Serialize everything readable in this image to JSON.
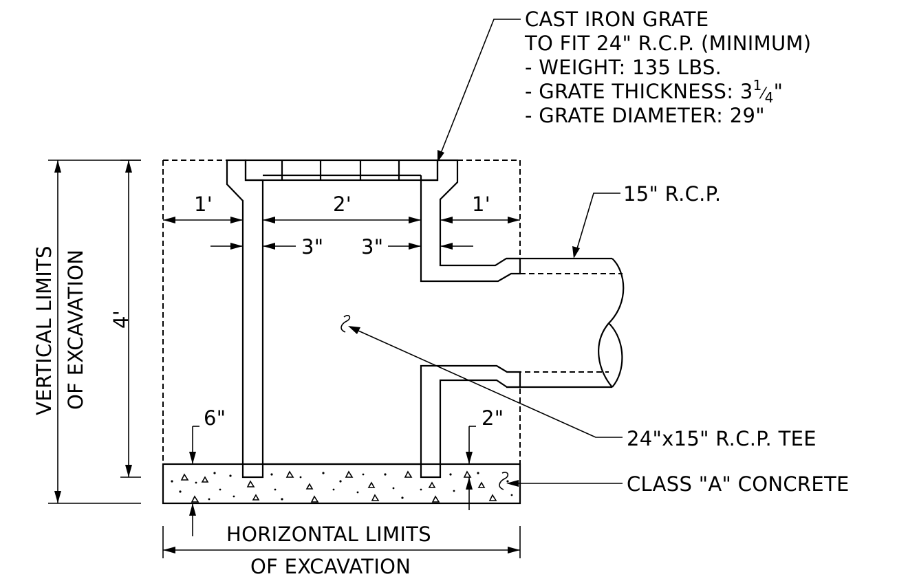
{
  "grate_note": {
    "line1": "CAST IRON  GRATE",
    "line2": "TO  FIT  24\" R.C.P. (MINIMUM)",
    "line3": "- WEIGHT: 135  LBS.",
    "line4_prefix": "- GRATE  THICKNESS: 3",
    "line4_num": "1",
    "line4_den": "4",
    "line4_suffix": "\"",
    "line5": "- GRATE  DIAMETER: 29\""
  },
  "labels": {
    "pipe_15": "15\"  R.C.P.",
    "tee": "24\"x15\"  R.C.P.  TEE",
    "concrete": "CLASS  \"A\"  CONCRETE",
    "vertical_1": "VERTICAL  LIMITS",
    "vertical_2": "OF  EXCAVATION",
    "horizontal_1": "HORIZONTAL  LIMITS",
    "horizontal_2": "OF  EXCAVATION"
  },
  "dimensions": {
    "left_clear": "1'",
    "inner_width": "2'",
    "right_clear": "1'",
    "left_wall": "3\"",
    "right_wall": "3\"",
    "height": "4'",
    "base_thickness": "6\"",
    "under_tee": "2\""
  }
}
